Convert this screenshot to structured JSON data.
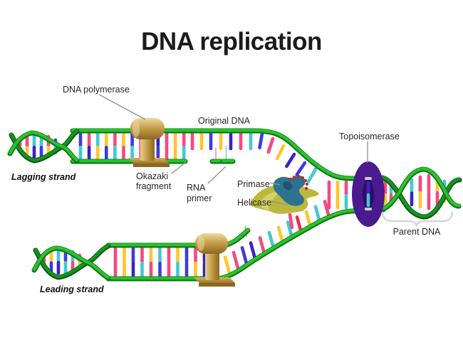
{
  "title": "DNA replication",
  "labels": {
    "dna_polymerase": "DNA polymerase",
    "original_dna": "Original DNA",
    "topoisomerase": "Topoisomerase",
    "lagging_strand": "Lagging strand",
    "okazaki_fragment_line1": "Okazaki",
    "okazaki_fragment_line2": "fragment",
    "rna_primer_line1": "RNA",
    "rna_primer_line2": "primer",
    "primase": "Primase",
    "helicase": "Helicase",
    "leading_strand": "Leading strand",
    "parent_dna": "Parent DNA"
  },
  "colors": {
    "backbone_dark": "#0b7a14",
    "backbone_bright": "#2cc22f",
    "backbone_back_dark": "#085c10",
    "backbone_back_bright": "#169421",
    "base_blue": "#4038e0",
    "base_indigo": "#3a22c4",
    "base_pink": "#f64882",
    "base_red": "#ee2d55",
    "base_yellow": "#ffc52f",
    "base_cyan": "#43c7d4",
    "base_green": "#2db82d",
    "polymerase_tan": "#c8a04c",
    "polymerase_dark": "#8a6820",
    "polymerase_light": "#ecd9a0",
    "topoisomerase_purple": "#4a1b8e",
    "topoisomerase_hole": "#2f0e63",
    "helicase_olive": "#bcb83e",
    "helicase_light": "#d8d472",
    "primase_blue": "#2d7291",
    "primase_dark": "#1d5570",
    "dot_red": "#bf2b2b",
    "leader_gray": "#8f8f8f",
    "brace_gray": "#d6d6d6"
  }
}
